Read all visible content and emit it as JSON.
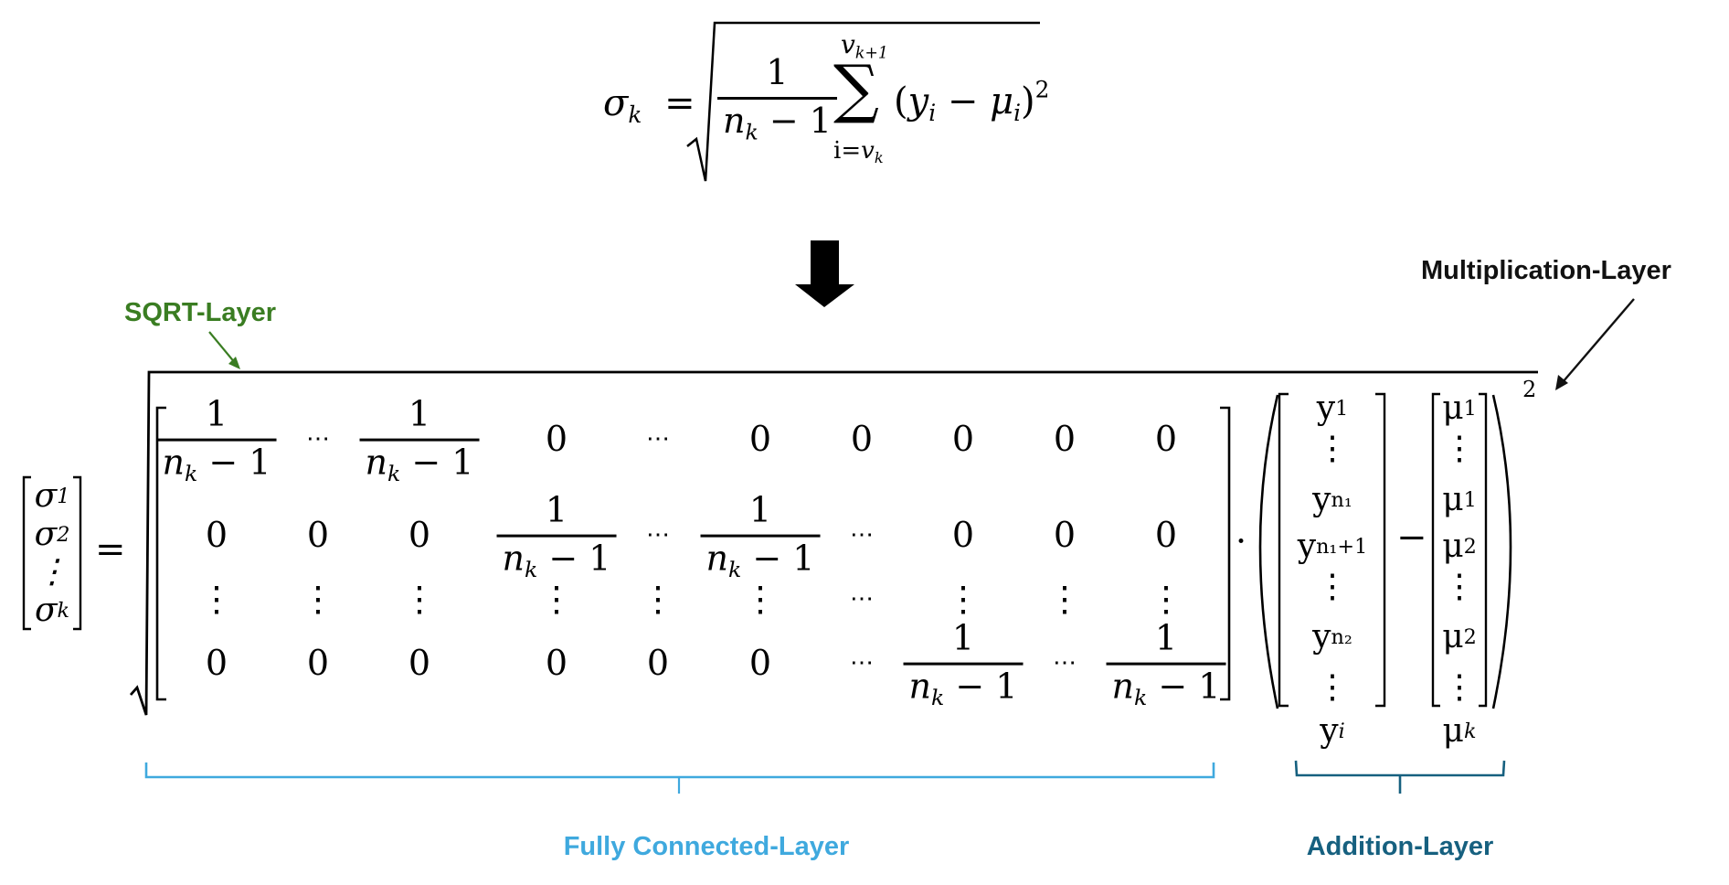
{
  "diagram": {
    "title": "Standard deviation as neural-network layers",
    "top_formula": {
      "lhs": "σ",
      "lhs_sub": "k",
      "equals": "=",
      "frac_num": "1",
      "frac_den_var": "n",
      "frac_den_sub": "k",
      "frac_den_rest": " − 1",
      "sum_symbol": "∑",
      "sum_upper_var": "v",
      "sum_upper_sub": "k+1",
      "sum_lower_idx": "i=",
      "sum_lower_var": "v",
      "sum_lower_sub": "k",
      "term_open": "(",
      "term_y": "y",
      "term_y_sub": "i",
      "term_minus": " − ",
      "term_mu": "μ",
      "term_mu_sub": "i",
      "term_close": ")",
      "term_exp": "2"
    },
    "transform_arrow": "down-arrow",
    "labels": {
      "sqrt_layer": "SQRT-Layer",
      "multiplication_layer": "Multiplication-Layer",
      "fully_connected_layer": "Fully Connected-Layer",
      "addition_layer": "Addition-Layer"
    },
    "colors": {
      "sqrt_layer": "#3a7d22",
      "multiplication_layer": "#111111",
      "fully_connected_layer": "#3fa9de",
      "addition_layer": "#16607f",
      "math": "#000000"
    },
    "output_vector": {
      "entries": [
        {
          "var": "σ",
          "sub": "1"
        },
        {
          "var": "σ",
          "sub": "2"
        },
        {
          "var": "⋮",
          "sub": ""
        },
        {
          "var": "σ",
          "sub": "k"
        }
      ],
      "equals": "="
    },
    "weight_matrix": {
      "frac_num": "1",
      "frac_den_var": "n",
      "frac_den_sub": "k",
      "frac_den_rest": " − 1",
      "rows": [
        [
          "F",
          "⋯",
          "F",
          "0",
          "⋯",
          "0",
          "0",
          "0",
          "0",
          "0"
        ],
        [
          "0",
          "0",
          "0",
          "F",
          "⋯",
          "F",
          "⋯",
          "0",
          "0",
          "0"
        ],
        [
          "⋮",
          "⋮",
          "⋮",
          "⋮",
          "⋮",
          "⋮",
          "⋯",
          "⋮",
          "⋮",
          "⋮"
        ],
        [
          "0",
          "0",
          "0",
          "0",
          "0",
          "0",
          "⋯",
          "F",
          "⋯",
          "F"
        ]
      ]
    },
    "dot_operator": "·",
    "y_vector": {
      "entries": [
        {
          "var": "y",
          "sub": "1"
        },
        {
          "var": "⋮",
          "sub": ""
        },
        {
          "var": "y",
          "sub": "n₁"
        },
        {
          "var": "y",
          "sub": "n₁+1"
        },
        {
          "var": "⋮",
          "sub": ""
        },
        {
          "var": "y",
          "sub": "n₂"
        },
        {
          "var": "⋮",
          "sub": ""
        },
        {
          "var": "y",
          "sub": "i"
        }
      ]
    },
    "minus_operator": "−",
    "mu_vector": {
      "entries": [
        {
          "var": "μ",
          "sub": "1"
        },
        {
          "var": "⋮",
          "sub": ""
        },
        {
          "var": "μ",
          "sub": "1"
        },
        {
          "var": "μ",
          "sub": "2"
        },
        {
          "var": "⋮",
          "sub": ""
        },
        {
          "var": "μ",
          "sub": "2"
        },
        {
          "var": "⋮",
          "sub": ""
        },
        {
          "var": "μ",
          "sub": "k"
        }
      ]
    },
    "square_exponent": "2"
  }
}
